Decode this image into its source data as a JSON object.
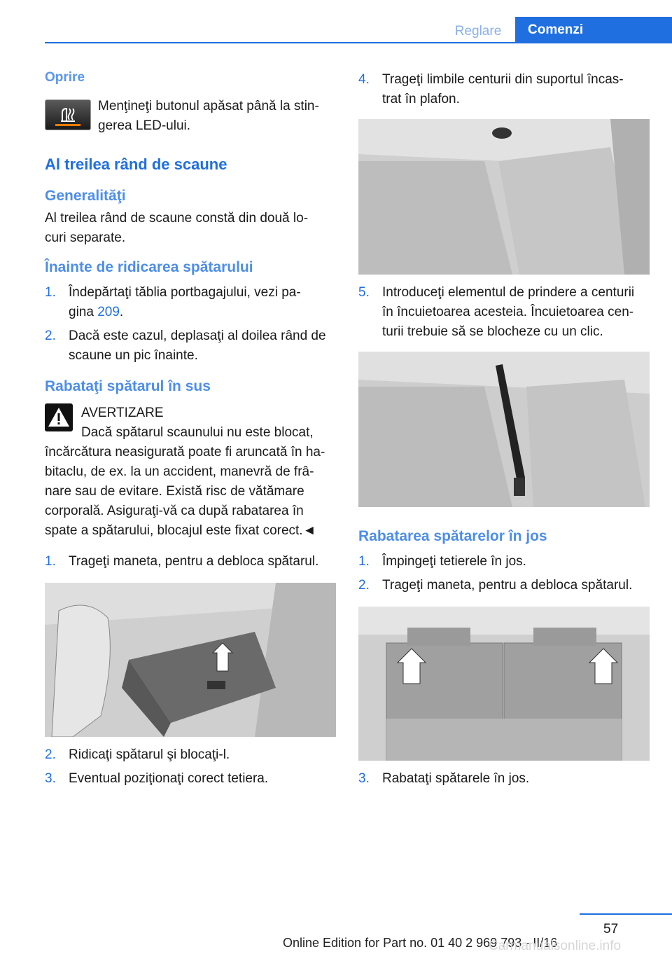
{
  "header": {
    "tab_reglare": "Reglare",
    "tab_comenzi": "Comenzi"
  },
  "left": {
    "oprire_label": "Oprire",
    "oprire_text_1": "Menţineţi butonul apăsat până la stin‐",
    "oprire_text_2": "gerea LED-ului.",
    "h_third_row": "Al treilea rând de scaune",
    "h_general": "Generalităţi",
    "general_text_1": "Al treilea rând de scaune constă din două lo‐",
    "general_text_2": "curi separate.",
    "h_before": "Înainte de ridicarea spătarului",
    "before_items": [
      {
        "num": "1.",
        "line1": "Îndepărtaţi tăblia portbagajului, vezi pa‐",
        "line2_pre": "gina ",
        "link": "209",
        "line2_post": "."
      },
      {
        "num": "2.",
        "line1": "Dacă este cazul, deplasaţi al doilea rând de",
        "line2": "scaune un pic înainte."
      }
    ],
    "h_raise": "Rabataţi spătarul în sus",
    "warning_title": "AVERTIZARE",
    "warning_lines": [
      "Dacă spătarul scaunului nu este blocat,",
      "încărcătura neasigurată poate fi aruncată în ha‐",
      "bitaclu, de ex. la un accident, manevră de frâ‐",
      "nare sau de evitare. Există risc de vătămare",
      "corporală. Asiguraţi-vă ca după rabatarea în",
      "spate a spătarului, blocajul este fixat corect.◄"
    ],
    "raise_step1": {
      "num": "1.",
      "text": "Trageţi maneta, pentru a debloca spătarul."
    },
    "raise_step2": {
      "num": "2.",
      "text": "Ridicaţi spătarul şi blocaţi-l."
    },
    "raise_step3": {
      "num": "3.",
      "text": "Eventual poziţionaţi corect tetiera."
    }
  },
  "right": {
    "step4": {
      "num": "4.",
      "line1": "Trageţi limbile centurii din suportul încas‐",
      "line2": "trat în plafon."
    },
    "step5": {
      "num": "5.",
      "line1": "Introduceţi elementul de prindere a centurii",
      "line2": "în încuietoarea acesteia. Încuietoarea cen‐",
      "line3": "turii trebuie să se blocheze cu un clic."
    },
    "h_fold": "Rabatarea spătarelor în jos",
    "fold_step1": {
      "num": "1.",
      "text": "Împingeţi tetierele în jos."
    },
    "fold_step2": {
      "num": "2.",
      "text": "Trageţi maneta, pentru a debloca spătarul."
    },
    "fold_step3": {
      "num": "3.",
      "text": "Rabataţi spătarele în jos."
    }
  },
  "footer": {
    "page_number": "57",
    "edition": "Online Edition for Part no. 01 40 2 969 793 - II/16",
    "watermark": "Carmanualsonline.info"
  },
  "colors": {
    "accent": "#1f6fe0",
    "heading_light": "#4d8ee8"
  }
}
